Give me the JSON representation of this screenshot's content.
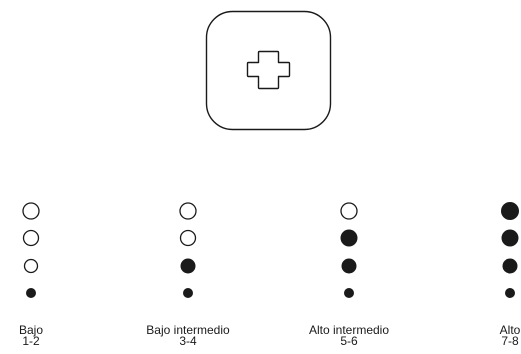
{
  "icon": {
    "name": "plus-icon",
    "stroke_color": "#1a1a1a",
    "frame_color": "#1a1a1a",
    "background": "#ffffff"
  },
  "levels": [
    {
      "name": "Bajo",
      "range": "1-2",
      "filled": [
        false,
        false,
        false,
        true
      ]
    },
    {
      "name": "Bajo intermedio",
      "range": "3-4",
      "filled": [
        false,
        false,
        true,
        true
      ]
    },
    {
      "name": "Alto intermedio",
      "range": "5-6",
      "filled": [
        false,
        true,
        true,
        true
      ]
    },
    {
      "name": "Alto",
      "range": "7-8",
      "filled": [
        true,
        true,
        true,
        true
      ]
    }
  ],
  "colors": {
    "ink": "#1a1a1a",
    "page": "#ffffff"
  }
}
